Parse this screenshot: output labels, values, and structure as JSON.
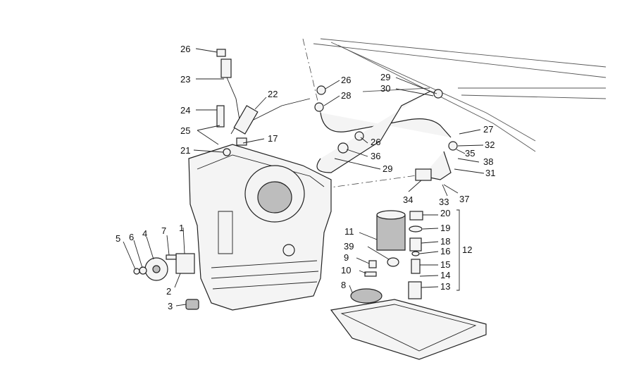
{
  "callouts": [
    {
      "id": "c1",
      "text": "1"
    },
    {
      "id": "c2",
      "text": "2"
    },
    {
      "id": "c3",
      "text": "3"
    },
    {
      "id": "c4",
      "text": "4"
    },
    {
      "id": "c5",
      "text": "5"
    },
    {
      "id": "c6",
      "text": "6"
    },
    {
      "id": "c7",
      "text": "7"
    },
    {
      "id": "c8",
      "text": "8"
    },
    {
      "id": "c9",
      "text": "9"
    },
    {
      "id": "c10",
      "text": "10"
    },
    {
      "id": "c11",
      "text": "11"
    },
    {
      "id": "c12",
      "text": "12"
    },
    {
      "id": "c13",
      "text": "13"
    },
    {
      "id": "c14",
      "text": "14"
    },
    {
      "id": "c15",
      "text": "15"
    },
    {
      "id": "c16",
      "text": "16"
    },
    {
      "id": "c17",
      "text": "17"
    },
    {
      "id": "c18",
      "text": "18"
    },
    {
      "id": "c19",
      "text": "19"
    },
    {
      "id": "c20",
      "text": "20"
    },
    {
      "id": "c21",
      "text": "21"
    },
    {
      "id": "c22",
      "text": "22"
    },
    {
      "id": "c23",
      "text": "23"
    },
    {
      "id": "c24",
      "text": "24"
    },
    {
      "id": "c25",
      "text": "25"
    },
    {
      "id": "c26a",
      "text": "26"
    },
    {
      "id": "c26b",
      "text": "26"
    },
    {
      "id": "c26c",
      "text": "26"
    },
    {
      "id": "c27",
      "text": "27"
    },
    {
      "id": "c28",
      "text": "28"
    },
    {
      "id": "c29a",
      "text": "29"
    },
    {
      "id": "c29b",
      "text": "29"
    },
    {
      "id": "c30",
      "text": "30"
    },
    {
      "id": "c31",
      "text": "31"
    },
    {
      "id": "c32",
      "text": "32"
    },
    {
      "id": "c33",
      "text": "33"
    },
    {
      "id": "c34",
      "text": "34"
    },
    {
      "id": "c35",
      "text": "35"
    },
    {
      "id": "c36",
      "text": "36"
    },
    {
      "id": "c37",
      "text": "37"
    },
    {
      "id": "c38",
      "text": "38"
    },
    {
      "id": "c39",
      "text": "39"
    }
  ]
}
